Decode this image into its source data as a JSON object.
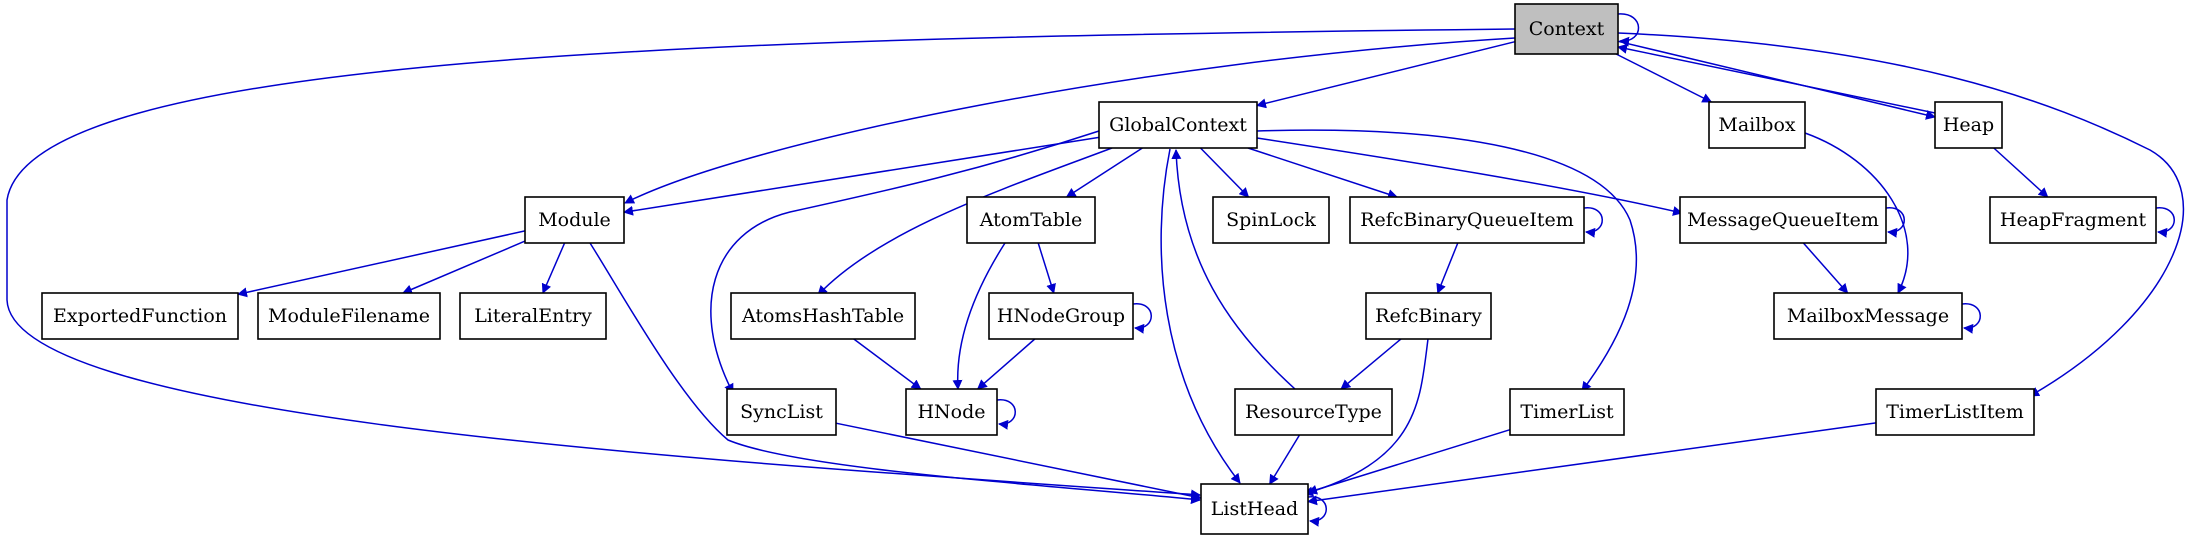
{
  "nodes": [
    {
      "id": "context",
      "label": "Context",
      "highlight": true
    },
    {
      "id": "globalcontext",
      "label": "GlobalContext"
    },
    {
      "id": "mailbox",
      "label": "Mailbox"
    },
    {
      "id": "heap",
      "label": "Heap"
    },
    {
      "id": "module",
      "label": "Module"
    },
    {
      "id": "atomtable",
      "label": "AtomTable"
    },
    {
      "id": "spinlock",
      "label": "SpinLock"
    },
    {
      "id": "refcbinaryqueueitem",
      "label": "RefcBinaryQueueItem"
    },
    {
      "id": "messagequeueitem",
      "label": "MessageQueueItem"
    },
    {
      "id": "heapfragment",
      "label": "HeapFragment"
    },
    {
      "id": "exportedfunction",
      "label": "ExportedFunction"
    },
    {
      "id": "modulefilename",
      "label": "ModuleFilename"
    },
    {
      "id": "literalentry",
      "label": "LiteralEntry"
    },
    {
      "id": "atomshashtable",
      "label": "AtomsHashTable"
    },
    {
      "id": "hnodegroup",
      "label": "HNodeGroup"
    },
    {
      "id": "refcbinary",
      "label": "RefcBinary"
    },
    {
      "id": "mailboxmessage",
      "label": "MailboxMessage"
    },
    {
      "id": "synclist",
      "label": "SyncList"
    },
    {
      "id": "hnode",
      "label": "HNode"
    },
    {
      "id": "resourcetype",
      "label": "ResourceType"
    },
    {
      "id": "timerlist",
      "label": "TimerList"
    },
    {
      "id": "timerlistitem",
      "label": "TimerListItem"
    },
    {
      "id": "listhead",
      "label": "ListHead"
    }
  ],
  "edges": [
    {
      "from": "context",
      "to": "context"
    },
    {
      "from": "context",
      "to": "globalcontext"
    },
    {
      "from": "context",
      "to": "mailbox"
    },
    {
      "from": "context",
      "to": "heap"
    },
    {
      "from": "context",
      "to": "module"
    },
    {
      "from": "context",
      "to": "listhead"
    },
    {
      "from": "context",
      "to": "timerlistitem"
    },
    {
      "from": "heap",
      "to": "context"
    },
    {
      "from": "globalcontext",
      "to": "module"
    },
    {
      "from": "globalcontext",
      "to": "atomtable"
    },
    {
      "from": "globalcontext",
      "to": "spinlock"
    },
    {
      "from": "globalcontext",
      "to": "refcbinaryqueueitem"
    },
    {
      "from": "globalcontext",
      "to": "messagequeueitem"
    },
    {
      "from": "globalcontext",
      "to": "atomshashtable"
    },
    {
      "from": "globalcontext",
      "to": "synclist"
    },
    {
      "from": "globalcontext",
      "to": "listhead"
    },
    {
      "from": "globalcontext",
      "to": "timerlist"
    },
    {
      "from": "resourcetype",
      "to": "globalcontext"
    },
    {
      "from": "mailbox",
      "to": "mailboxmessage"
    },
    {
      "from": "heap",
      "to": "heapfragment"
    },
    {
      "from": "heapfragment",
      "to": "heapfragment"
    },
    {
      "from": "module",
      "to": "exportedfunction"
    },
    {
      "from": "module",
      "to": "modulefilename"
    },
    {
      "from": "module",
      "to": "literalentry"
    },
    {
      "from": "module",
      "to": "listhead"
    },
    {
      "from": "atomtable",
      "to": "hnodegroup"
    },
    {
      "from": "atomtable",
      "to": "hnode"
    },
    {
      "from": "refcbinaryqueueitem",
      "to": "refcbinaryqueueitem"
    },
    {
      "from": "refcbinaryqueueitem",
      "to": "refcbinary"
    },
    {
      "from": "messagequeueitem",
      "to": "messagequeueitem"
    },
    {
      "from": "messagequeueitem",
      "to": "mailboxmessage"
    },
    {
      "from": "mailboxmessage",
      "to": "mailboxmessage"
    },
    {
      "from": "atomshashtable",
      "to": "hnode"
    },
    {
      "from": "hnodegroup",
      "to": "hnodegroup"
    },
    {
      "from": "hnodegroup",
      "to": "hnode"
    },
    {
      "from": "hnode",
      "to": "hnode"
    },
    {
      "from": "refcbinary",
      "to": "resourcetype"
    },
    {
      "from": "refcbinary",
      "to": "listhead"
    },
    {
      "from": "synclist",
      "to": "listhead"
    },
    {
      "from": "resourcetype",
      "to": "listhead"
    },
    {
      "from": "timerlist",
      "to": "listhead"
    },
    {
      "from": "timerlistitem",
      "to": "listhead"
    },
    {
      "from": "listhead",
      "to": "listhead"
    }
  ],
  "colors": {
    "edge": "#0000cd",
    "node_fill": "#ffffff",
    "node_highlight": "#bfbfbf",
    "node_border": "#000000"
  }
}
